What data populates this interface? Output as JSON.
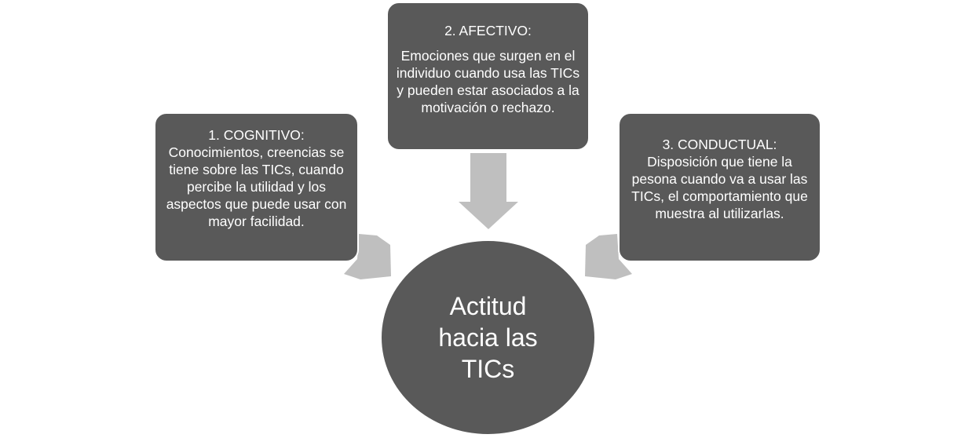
{
  "diagram": {
    "center": {
      "label": "Actitud hacia las TICs"
    },
    "boxes": [
      {
        "id": "cognitivo",
        "title": "1. COGNITIVO:",
        "body": "Conocimientos, creencias se tiene sobre las TICs, cuando percibe la utilidad y los aspectos que puede usar con mayor facilidad."
      },
      {
        "id": "afectivo",
        "title": "2. AFECTIVO:",
        "body": "Emociones que surgen en el individuo cuando usa las TICs y pueden estar asociados a la motivación o rechazo."
      },
      {
        "id": "conductual",
        "title": "3. CONDUCTUAL:",
        "body": "Disposición  que tiene la pesona cuando va a usar las TICs, el comportamiento que muestra al utilizarlas."
      }
    ],
    "colors": {
      "box_fill": "#595959",
      "arrow_fill": "#bfbfbf",
      "text": "#ffffff",
      "background": "#ffffff"
    }
  }
}
